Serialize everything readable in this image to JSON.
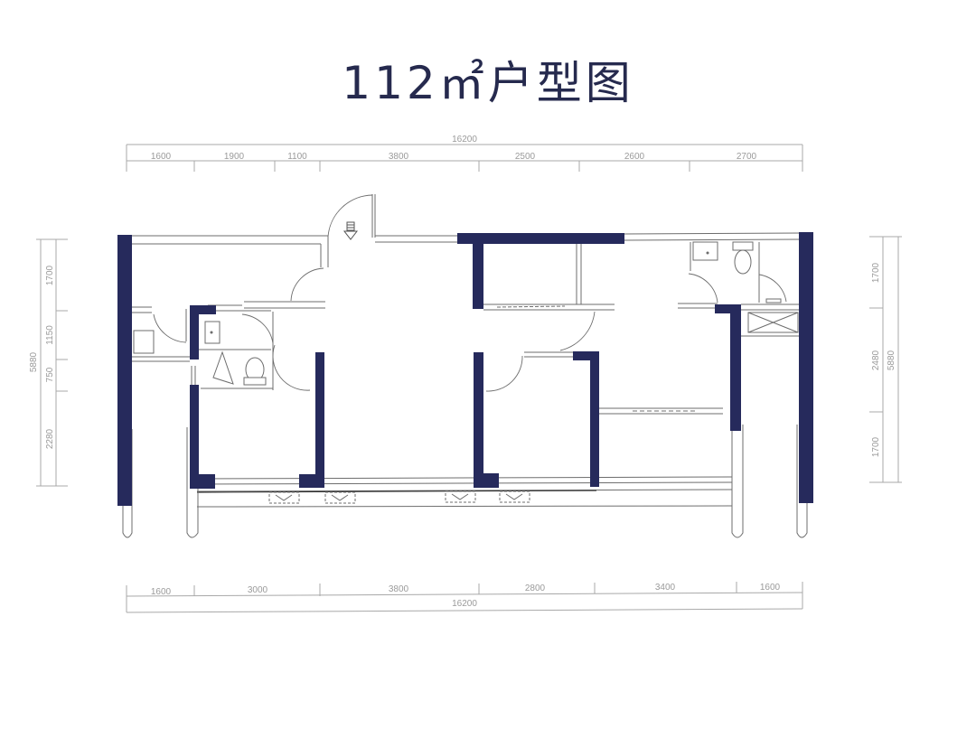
{
  "title": "112㎡户型图",
  "colors": {
    "wall": "#262a5c",
    "title": "#262a4e",
    "dimension_text": "#9a9a9a",
    "line": "#6d6d6d",
    "background": "#ffffff"
  },
  "dimensions": {
    "top": {
      "total": "16200",
      "segments": [
        "1600",
        "1900",
        "1100",
        "3800",
        "2500",
        "2600",
        "2700"
      ]
    },
    "bottom": {
      "total": "16200",
      "segments": [
        "1600",
        "3000",
        "3800",
        "2800",
        "3400",
        "1600"
      ]
    },
    "left": {
      "total": "5880",
      "segments": [
        "1700",
        "1150",
        "750",
        "2280"
      ]
    },
    "right": {
      "total": "5880",
      "segments": [
        "1700",
        "2480",
        "1700"
      ]
    }
  },
  "icons": {
    "entrance": "entrance-arrow-icon",
    "sink": "sink-icon",
    "toilet": "toilet-icon",
    "shower": "shower-icon",
    "appliance": "appliance-x-icon"
  }
}
